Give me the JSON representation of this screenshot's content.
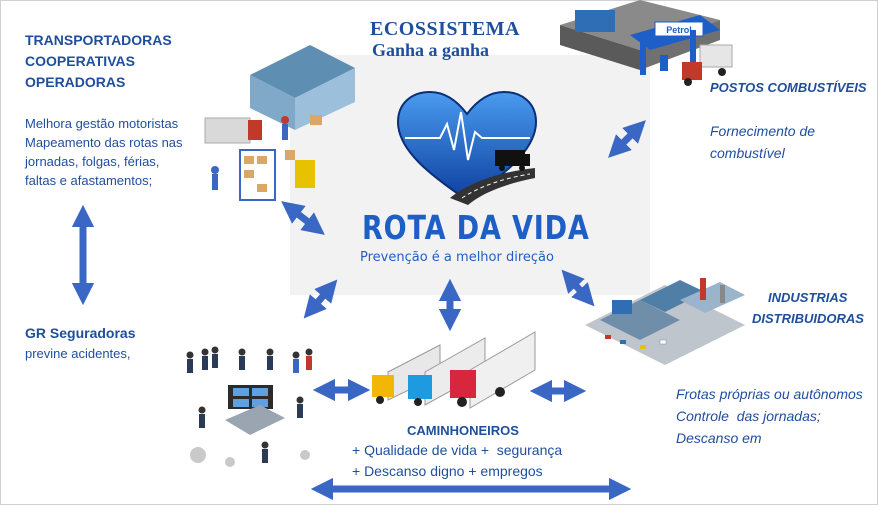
{
  "header": {
    "line1": "ECOSSISTEMA",
    "line2": "Ganha a ganha"
  },
  "center": {
    "logo_title": "ROTA DA VIDA",
    "logo_subtitle": "Prevenção é a melhor direção",
    "heart_color": "#1e5fc7"
  },
  "transportadoras": {
    "title_lines": [
      "TRANSPORTADORAS",
      "COOPERATIVAS",
      "OPERADORAS"
    ],
    "desc_lines": [
      "Melhora gestão motoristas",
      "Mapeamento das rotas nas",
      "jornadas, folgas, férias,",
      "faltas e afastamentos;"
    ]
  },
  "seguradoras": {
    "title": "GR Seguradoras",
    "desc": "previne acidentes,"
  },
  "postos": {
    "title": "POSTOS COMBUSTÍVEIS",
    "desc_lines": [
      "Fornecimento de",
      "combustível"
    ],
    "sign_text": "Petrol"
  },
  "industrias": {
    "title_lines": [
      "INDUSTRIAS",
      "DISTRIBUIDORAS"
    ],
    "desc_lines": [
      "Frotas próprias ou autônomos",
      "Controle  das jornadas;",
      "Descanso em"
    ]
  },
  "caminhoneiros": {
    "title": "CAMINHONEIROS",
    "desc_lines": [
      "+ Qualidade de vida +  segurança",
      "+ Descanso digno + empregos"
    ]
  },
  "colors": {
    "arrow": "#3a66c4",
    "text_blue": "#1f4e9c"
  }
}
